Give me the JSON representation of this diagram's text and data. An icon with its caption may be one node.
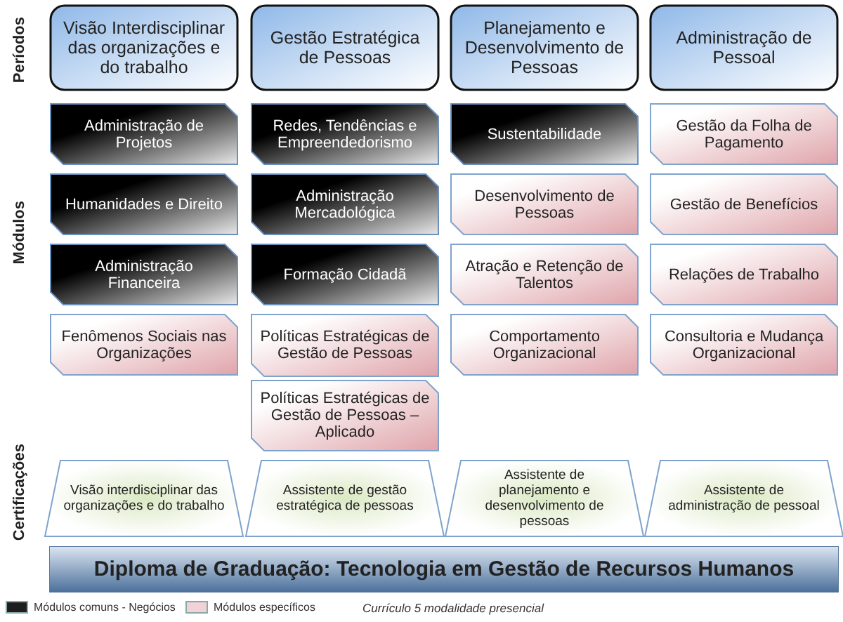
{
  "diagram": {
    "caption": "Currículo 5 modalidade presencial",
    "nodes": [
      {
        "text": [
          "Visão Interdisciplinar das organizações e do trabalho"
        ]
      },
      {
        "text": [
          "Gestão Estratégica de Pessoas"
        ]
      },
      {
        "text": [
          "Planejamento e Desenvolvimento de Pessoas"
        ]
      },
      {
        "text": [
          "Administração de Pessoal"
        ]
      },
      {
        "text": [
          "Administração de Projetos"
        ]
      },
      {
        "text": [
          "Redes, Tendências e Empreendedorismo"
        ]
      },
      {
        "text": [
          "Sustentabilidade"
        ]
      },
      {
        "text": [
          "Gestão da Folha de Pagamento"
        ]
      },
      {
        "text": [
          "Humanidades e Direito"
        ]
      },
      {
        "text": [
          "Administração Mercadológica"
        ]
      },
      {
        "text": [
          "Desenvolvimento de Pessoas"
        ]
      },
      {
        "text": [
          "Gestão de Benefícios"
        ]
      },
      {
        "text": [
          "Administração Financeira"
        ]
      },
      {
        "text": [
          "Formação Cidadã"
        ]
      },
      {
        "text": [
          "Atração e Retenção de Talentos"
        ]
      },
      {
        "text": [
          "Relações de Trabalho"
        ]
      },
      {
        "text": [
          "Fenômenos Sociais nas Organizações"
        ]
      },
      {
        "text": [
          "Políticas Estratégicas de Gestão de Pessoas"
        ]
      },
      {
        "text": [
          "Comportamento Organizacional"
        ]
      },
      {
        "text": [
          "Consultoria e Mudança Organizacional"
        ]
      },
      {
        "text": [
          "Políticas Estratégicas de Gestão de Pessoas – Aplicado"
        ]
      },
      {
        "text": [
          "Visão interdisciplinar das organizações e do trabalho"
        ]
      },
      {
        "text": [
          "Assistente de gestão estratégica de pessoas"
        ]
      },
      {
        "text": [
          "Assistente de planejamento e desenvolvimento de pessoas"
        ]
      },
      {
        "text": [
          "Assistente de administração de pessoal"
        ]
      },
      {
        "text": [
          "Diploma de Graduação: Tecnologia em Gestão de Recursos Humanos"
        ]
      }
    ],
    "edges": [],
    "labels": [
      "Períodos",
      "Módulos",
      "Certificações"
    ],
    "legend": [
      {
        "text": "Módulos comuns - Negócios",
        "color": "#1e1e1e"
      },
      {
        "text": "Módulos específicos",
        "color": "#f2d2d6"
      }
    ]
  }
}
